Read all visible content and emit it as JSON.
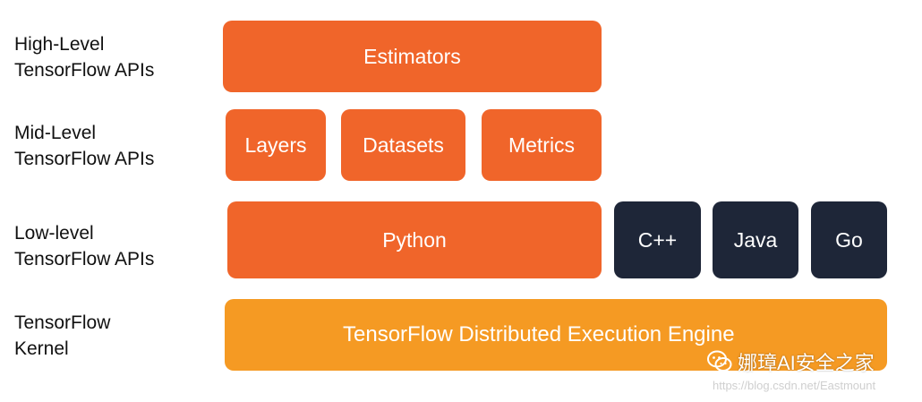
{
  "labels": {
    "high": {
      "line1": "High-Level",
      "line2": "TensorFlow APIs"
    },
    "mid": {
      "line1": "Mid-Level",
      "line2": "TensorFlow APIs"
    },
    "low": {
      "line1": "Low-level",
      "line2": "TensorFlow APIs"
    },
    "kernel": {
      "line1": "TensorFlow",
      "line2": "Kernel"
    }
  },
  "boxes": {
    "estimators": "Estimators",
    "layers": "Layers",
    "datasets": "Datasets",
    "metrics": "Metrics",
    "python": "Python",
    "cpp": "C++",
    "java": "Java",
    "go": "Go",
    "engine": "TensorFlow Distributed Execution Engine"
  },
  "watermark": {
    "text": "娜璋AI安全之家",
    "url": "https://blog.csdn.net/Eastmount",
    "icon": "wechat-icon"
  },
  "colors": {
    "orange": "#f0652a",
    "navy": "#1e2638",
    "amber": "#f59a23"
  }
}
